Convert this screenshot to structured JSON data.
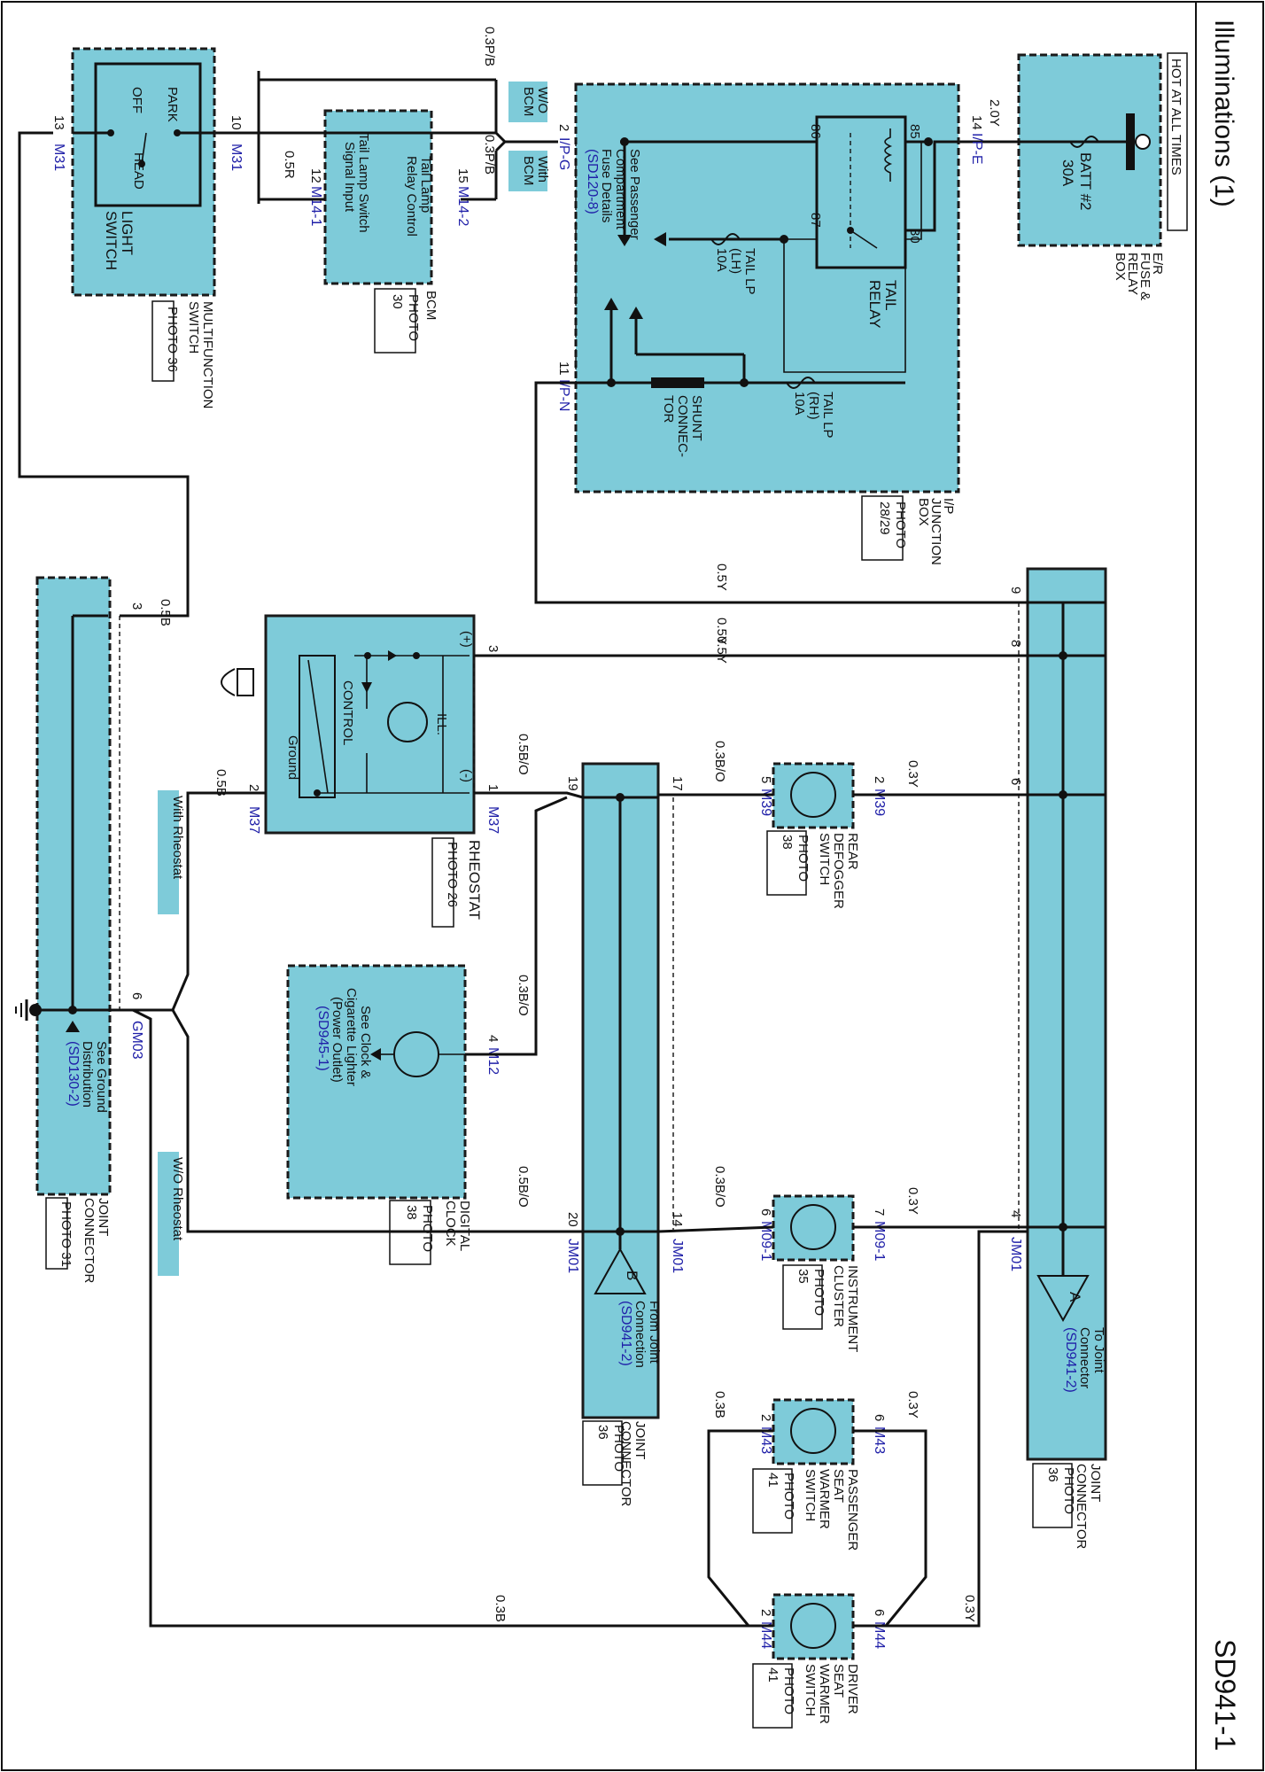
{
  "page": {
    "title": "Illuminations (1)",
    "code": "SD941-1"
  },
  "er_box": {
    "hot_label": "HOT AT ALL TIMES",
    "fuse": "BATT #2",
    "fuse_amp": "30A",
    "name_lines": [
      "E/R",
      "FUSE &",
      "RELAY",
      "BOX"
    ],
    "wire": "2.0Y",
    "pin": "14",
    "conn": "I/P-E"
  },
  "ip_box": {
    "name_lines": [
      "I/P",
      "JUNCTION",
      "BOX"
    ],
    "photo_lines": [
      "PHOTO",
      "28/29"
    ],
    "relay_lines": [
      "TAIL",
      "RELAY"
    ],
    "relay_pins": [
      "86",
      "85",
      "87",
      "30"
    ],
    "fuse_lh_lines": [
      "TAIL LP",
      "(LH)",
      "10A"
    ],
    "fuse_rh_lines": [
      "TAIL LP",
      "(RH)",
      "10A"
    ],
    "shunt_lines": [
      "SHUNT",
      "CONNEC-",
      "TOR"
    ],
    "see_lines": [
      "See Passenger",
      "Compartment",
      "Fuse Details"
    ],
    "see_ref": "(SD120-8)",
    "pin_g": "2",
    "conn_g": "I/P-G",
    "pin_n": "11",
    "conn_n": "I/P-N"
  },
  "bcm": {
    "name": "BCM",
    "photo_lines": [
      "PHOTO",
      "30"
    ],
    "text_a_lines": [
      "Tail Lamp",
      "Relay Control"
    ],
    "text_b_lines": [
      "Tail Lamp Switch",
      "Signal Input"
    ],
    "pin_a": "15",
    "conn_a": "M14-2",
    "pin_b": "12",
    "conn_b": "M14-1",
    "wire_a": "0.3P/B",
    "wire_b": "0.5R",
    "wire_top": "0.3P/B",
    "tag_wo": [
      "W/O",
      "BCM"
    ],
    "tag_with": [
      "With",
      "BCM"
    ]
  },
  "mf_switch": {
    "name_lines": [
      "MULTIFUNCTION",
      "SWITCH"
    ],
    "photo": "PHOTO 36",
    "sw_lines": [
      "LIGHT",
      "SWITCH"
    ],
    "positions": [
      "PARK",
      "OFF",
      "HEAD"
    ],
    "pin_13": "13",
    "pin_10": "10",
    "conn": "M31"
  },
  "jc_bottom": {
    "name_lines": [
      "JOINT",
      "CONNECTOR"
    ],
    "photo": "PHOTO 31",
    "pin_3": "3",
    "pin_6": "6",
    "conn": "GM03",
    "wire": "0.5B",
    "see_lines": [
      "See Ground",
      "Distribution"
    ],
    "see_ref": "(SD130-2)"
  },
  "rheostat": {
    "name": "RHEOSTAT",
    "photo": "PHOTO 26",
    "control": "CONTROL",
    "ground": "Ground",
    "ill": "ILL.",
    "plus": "(+)",
    "minus": "(-)",
    "pin_3": "3",
    "pin_1": "1",
    "pin_2": "2",
    "conn": "M37",
    "wire_3": "0.5Y",
    "wire_1": "0.5B/O",
    "wire_2": "0.5B",
    "tag_with": "With Rheostat",
    "tag_wo": "W/O Rheostat"
  },
  "clock": {
    "name_lines": [
      "DIGITAL",
      "CLOCK"
    ],
    "photo_lines": [
      "PHOTO",
      "38"
    ],
    "see_lines": [
      "See Clock &",
      "Cigarette Lighter",
      "(Power Outlet)"
    ],
    "see_ref": "(SD945-1)",
    "pin": "4",
    "conn": "M12",
    "wire": "0.3B/O"
  },
  "jc_b": {
    "name_lines": [
      "JOINT",
      "CONNECTOR"
    ],
    "photo_lines": [
      "PHOTO",
      "36"
    ],
    "flag": "B",
    "from_lines": [
      "From Joint",
      "Connection"
    ],
    "ref": "(SD941-2)",
    "pins": [
      "19",
      "17",
      "14",
      "20"
    ],
    "conn": "JM01",
    "wire_17": "0.3B/O",
    "wire_14": "0.3B/O",
    "wire_20": "0.5B/O"
  },
  "jc_a": {
    "name_lines": [
      "JOINT",
      "CONNECTOR"
    ],
    "photo_lines": [
      "PHOTO",
      "36"
    ],
    "flag": "A",
    "to_lines": [
      "To Joint",
      "Connector"
    ],
    "ref": "(SD941-2)",
    "pins": [
      "9",
      "8",
      "6",
      "4"
    ],
    "conn": "JM01",
    "wire_9": "0.5Y",
    "wire_8": "0.5Y",
    "wire_6": "0.3Y",
    "wire_4": "0.3Y"
  },
  "defogger": {
    "name_lines": [
      "REAR",
      "DEFOGGER",
      "SWITCH"
    ],
    "photo_lines": [
      "PHOTO",
      "38"
    ],
    "pin_2": "2",
    "pin_5": "5",
    "conn": "M39"
  },
  "cluster": {
    "name_lines": [
      "INSTRUMENT",
      "CLUSTER"
    ],
    "photo_lines": [
      "PHOTO",
      "35"
    ],
    "pin_7": "7",
    "pin_6": "6",
    "conn_a": "M09-1",
    "conn_b": "M09-1"
  },
  "pass_seat": {
    "name_lines": [
      "PASSENGER",
      "SEAT",
      "WARMER",
      "SWITCH"
    ],
    "photo_lines": [
      "PHOTO",
      "41"
    ],
    "pin_6": "6",
    "pin_2": "2",
    "conn": "M43",
    "wire_6": "0.3Y",
    "wire_2": "0.3B"
  },
  "drv_seat": {
    "name_lines": [
      "DRIVER",
      "SEAT",
      "WARMER",
      "SWITCH"
    ],
    "photo_lines": [
      "PHOTO",
      "41"
    ],
    "pin_6": "6",
    "pin_2": "2",
    "conn": "M44",
    "wire_6": "0.3Y",
    "wire_2": "0.3B"
  },
  "colors": {
    "component_fill": "#7ecbd9",
    "connector_text": "#1f1fa8",
    "line": "#111111"
  }
}
